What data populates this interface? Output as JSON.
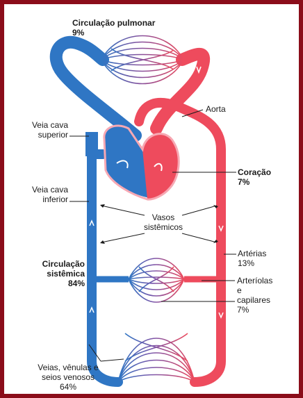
{
  "labels": {
    "pulmonary_title": "Circulação pulmonar",
    "pulmonary_pct": "9%",
    "aorta": "Aorta",
    "vcs_1": "Veia cava",
    "vcs_2": "superior",
    "heart_title": "Coração",
    "heart_pct": "7%",
    "vci_1": "Veia cava",
    "vci_2": "inferior",
    "vessels_1": "Vasos",
    "vessels_2": "sistêmicos",
    "systemic_1": "Circulação",
    "systemic_2": "sistêmica",
    "systemic_pct": "84%",
    "arteries_1": "Artérias",
    "arteries_pct": "13%",
    "arterioles_1": "Arteríolas",
    "arterioles_2": "e",
    "arterioles_3": "capilares",
    "arterioles_pct": "7%",
    "veins_1": "Veias, vênulas e",
    "veins_2": "seios venosos",
    "veins_pct": "64%"
  },
  "colors": {
    "frame": "#8b0d1a",
    "artery": "#ee4b5d",
    "vein": "#2f76c4",
    "capillary": "#8a4f9a"
  }
}
